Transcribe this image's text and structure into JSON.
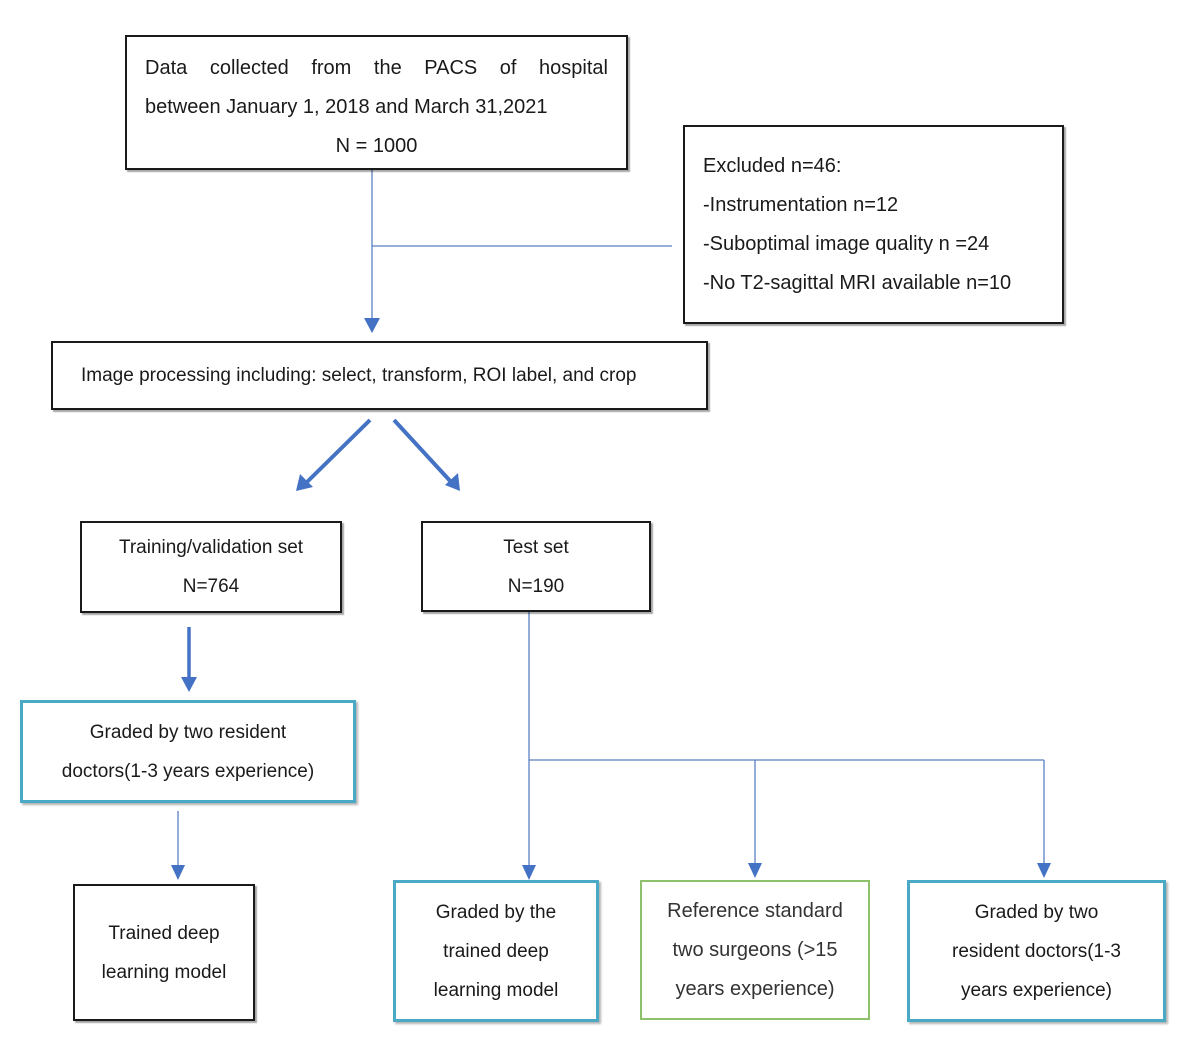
{
  "colors": {
    "arrow_blue": "#4472c4",
    "connector_blue": "#5b7fc4",
    "teal_border": "#4aa9c4",
    "green_border": "#8fc06a",
    "black_border": "#1a1a1a"
  },
  "boxes": {
    "data_collected": {
      "line1": "Data collected from the PACS of hospital",
      "line2": "between January 1, 2018 and March 31,2021",
      "line3": "N = 1000"
    },
    "excluded": {
      "title": "Excluded n=46:",
      "items": [
        "-Instrumentation n=12",
        "-Suboptimal image quality n =24",
        "-No T2-sagittal MRI available n=10"
      ]
    },
    "image_processing": {
      "label": "Image processing including: select, transform, ROI label, and crop"
    },
    "training_set": {
      "line1": "Training/validation set",
      "line2": "N=764"
    },
    "test_set": {
      "line1": "Test set",
      "line2": "N=190"
    },
    "graded_residents_train": {
      "line1": "Graded by two resident",
      "line2": "doctors(1-3 years experience)"
    },
    "trained_model": {
      "line1": "Trained deep",
      "line2": "learning model"
    },
    "graded_model": {
      "line1": "Graded by the",
      "line2": "trained deep",
      "line3": "learning model"
    },
    "reference_standard": {
      "line1": "Reference standard",
      "line2": "two surgeons (>15",
      "line3": "years experience)"
    },
    "graded_residents_test": {
      "line1": "Graded by two",
      "line2": "resident doctors(1-3",
      "line3": "years experience)"
    }
  }
}
